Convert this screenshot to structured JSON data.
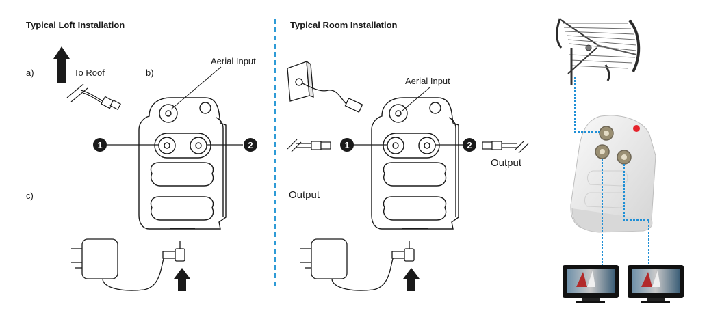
{
  "loft": {
    "title": "Typical Loft Installation",
    "step_a": "a)",
    "step_b": "b)",
    "step_c": "c)",
    "to_roof": "To Roof",
    "aerial_input": "Aerial Input",
    "port_1": "1",
    "port_2": "2"
  },
  "room": {
    "title": "Typical Room Installation",
    "aerial_input": "Aerial Input",
    "output_left": "Output",
    "output_right": "Output",
    "port_1": "1",
    "port_2": "2"
  },
  "colors": {
    "divider": "#2e9bd6",
    "connection": "#1f8fd6",
    "ink": "#1a1a1a",
    "amp_body": "#ececec",
    "led": "#e5232b"
  }
}
